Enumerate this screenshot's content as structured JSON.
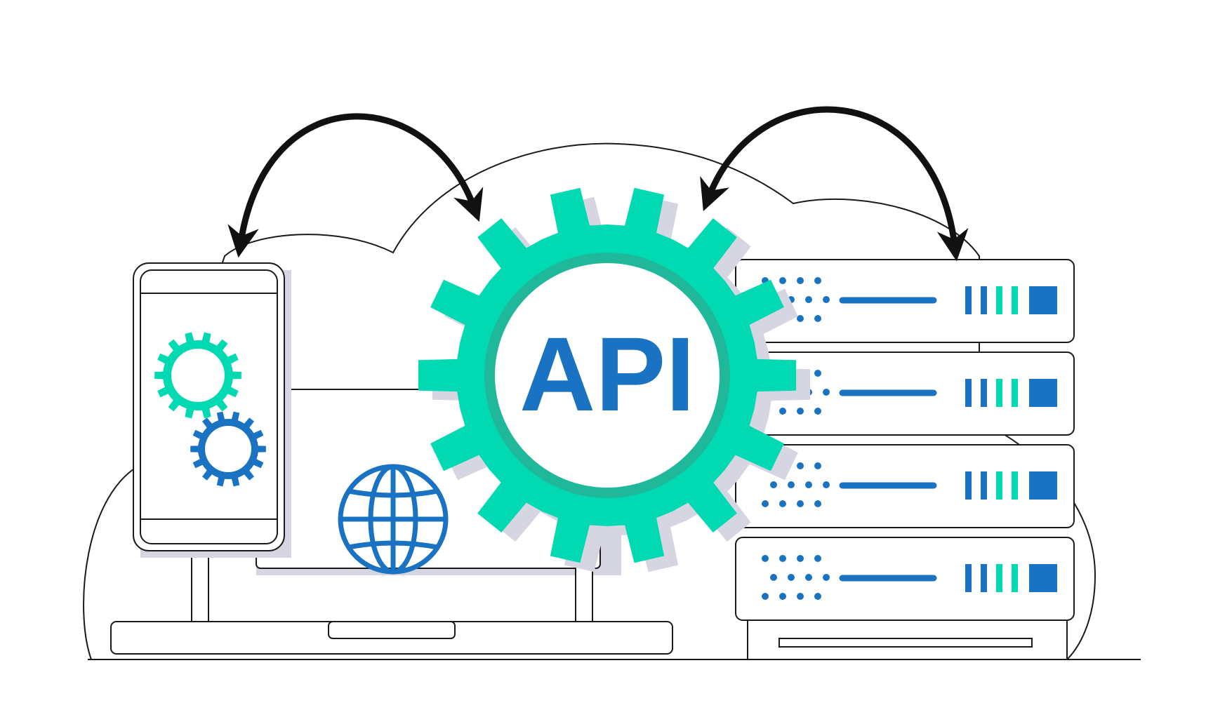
{
  "hub": {
    "label": "API",
    "icon": "gear-icon"
  },
  "nodes": [
    {
      "id": "client",
      "icon": "smartphone-icon"
    },
    {
      "id": "web",
      "icon": "laptop-globe-icon"
    },
    {
      "id": "backend",
      "icon": "server-rack-icon",
      "units": 4
    }
  ],
  "connections": [
    {
      "from": "client",
      "to": "hub",
      "style": "bidirectional-arrow"
    },
    {
      "from": "hub",
      "to": "backend",
      "style": "bidirectional-arrow"
    }
  ],
  "colors": {
    "outline": "#1a1a1a",
    "teal": "#00d9b2",
    "teal_dark": "#1fb89a",
    "blue": "#1a73c2",
    "shadow": "#d6d6e3",
    "background": "#ffffff"
  }
}
